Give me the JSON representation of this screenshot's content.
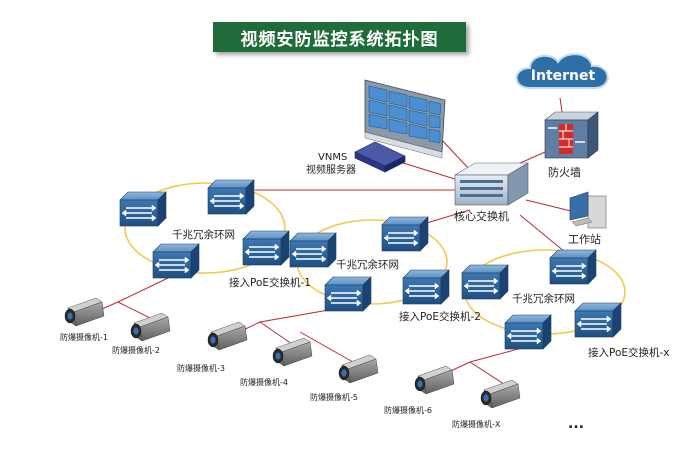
{
  "title": "视频安防监控系统拓扑图",
  "nodes": {
    "internet": "Internet",
    "firewall": "防火墙",
    "vnms_line1": "VNMS",
    "vnms_line2": "视频服务器",
    "core_switch": "核心交换机",
    "workstation": "工作站",
    "ring_1": "千兆冗余环网",
    "ring_2": "千兆冗余环网",
    "ring_3": "千兆冗余环网",
    "poe_1": "接入PoE交换机-1",
    "poe_2": "接入PoE交换机-2",
    "poe_x": "接入PoE交换机-x"
  },
  "cameras": [
    "防爆摄像机-1",
    "防爆摄像机-2",
    "防爆摄像机-3",
    "防爆摄像机-4",
    "防爆摄像机-5",
    "防爆摄像机-6",
    "防爆摄像机-X"
  ],
  "ellipsis": "...",
  "colors": {
    "title_bg": "#1f6b3a",
    "link_red": "#c0282d",
    "ring_yellow": "#f2c94c",
    "switch_blue": "#2f6fa8"
  }
}
